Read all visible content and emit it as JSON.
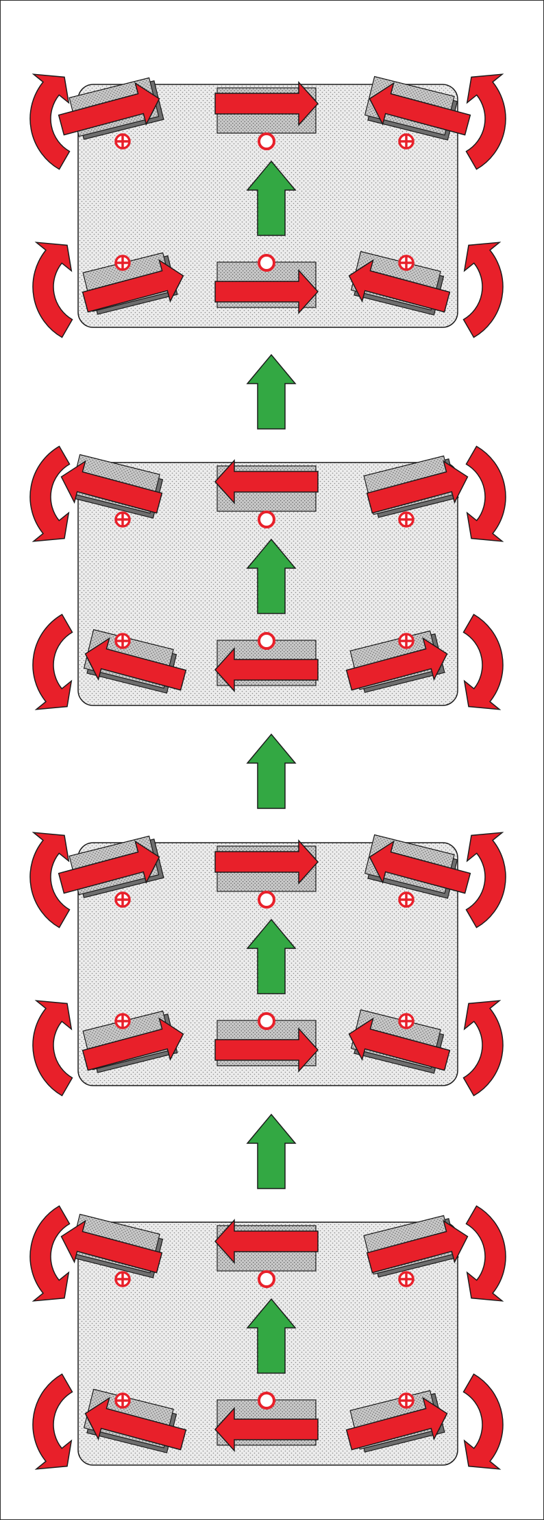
{
  "colors": {
    "red_arrow": "#e8202a",
    "green_arrow": "#33a843",
    "outline": "#1a1a1a",
    "wheel_fill": "#c8c8c8",
    "wheel_shadow": "#6e6e6e",
    "body_fill": "#ececec",
    "dot_pattern": "#8a8a8a",
    "marker": "#e8202a"
  },
  "icons": {
    "wheel_direction": "arrow-icon",
    "rotation": "curved-arrow-icon",
    "travel": "arrow-up-icon",
    "steer_axis": "circle-plus-icon",
    "fixed_axis": "circle-icon"
  },
  "stages": [
    {
      "wheel_push": "right",
      "spin": "down-to-up"
    },
    {
      "wheel_push": "left",
      "spin": "up-to-down"
    },
    {
      "wheel_push": "right",
      "spin": "down-to-up"
    },
    {
      "wheel_push": "left",
      "spin": "up-to-down"
    }
  ]
}
